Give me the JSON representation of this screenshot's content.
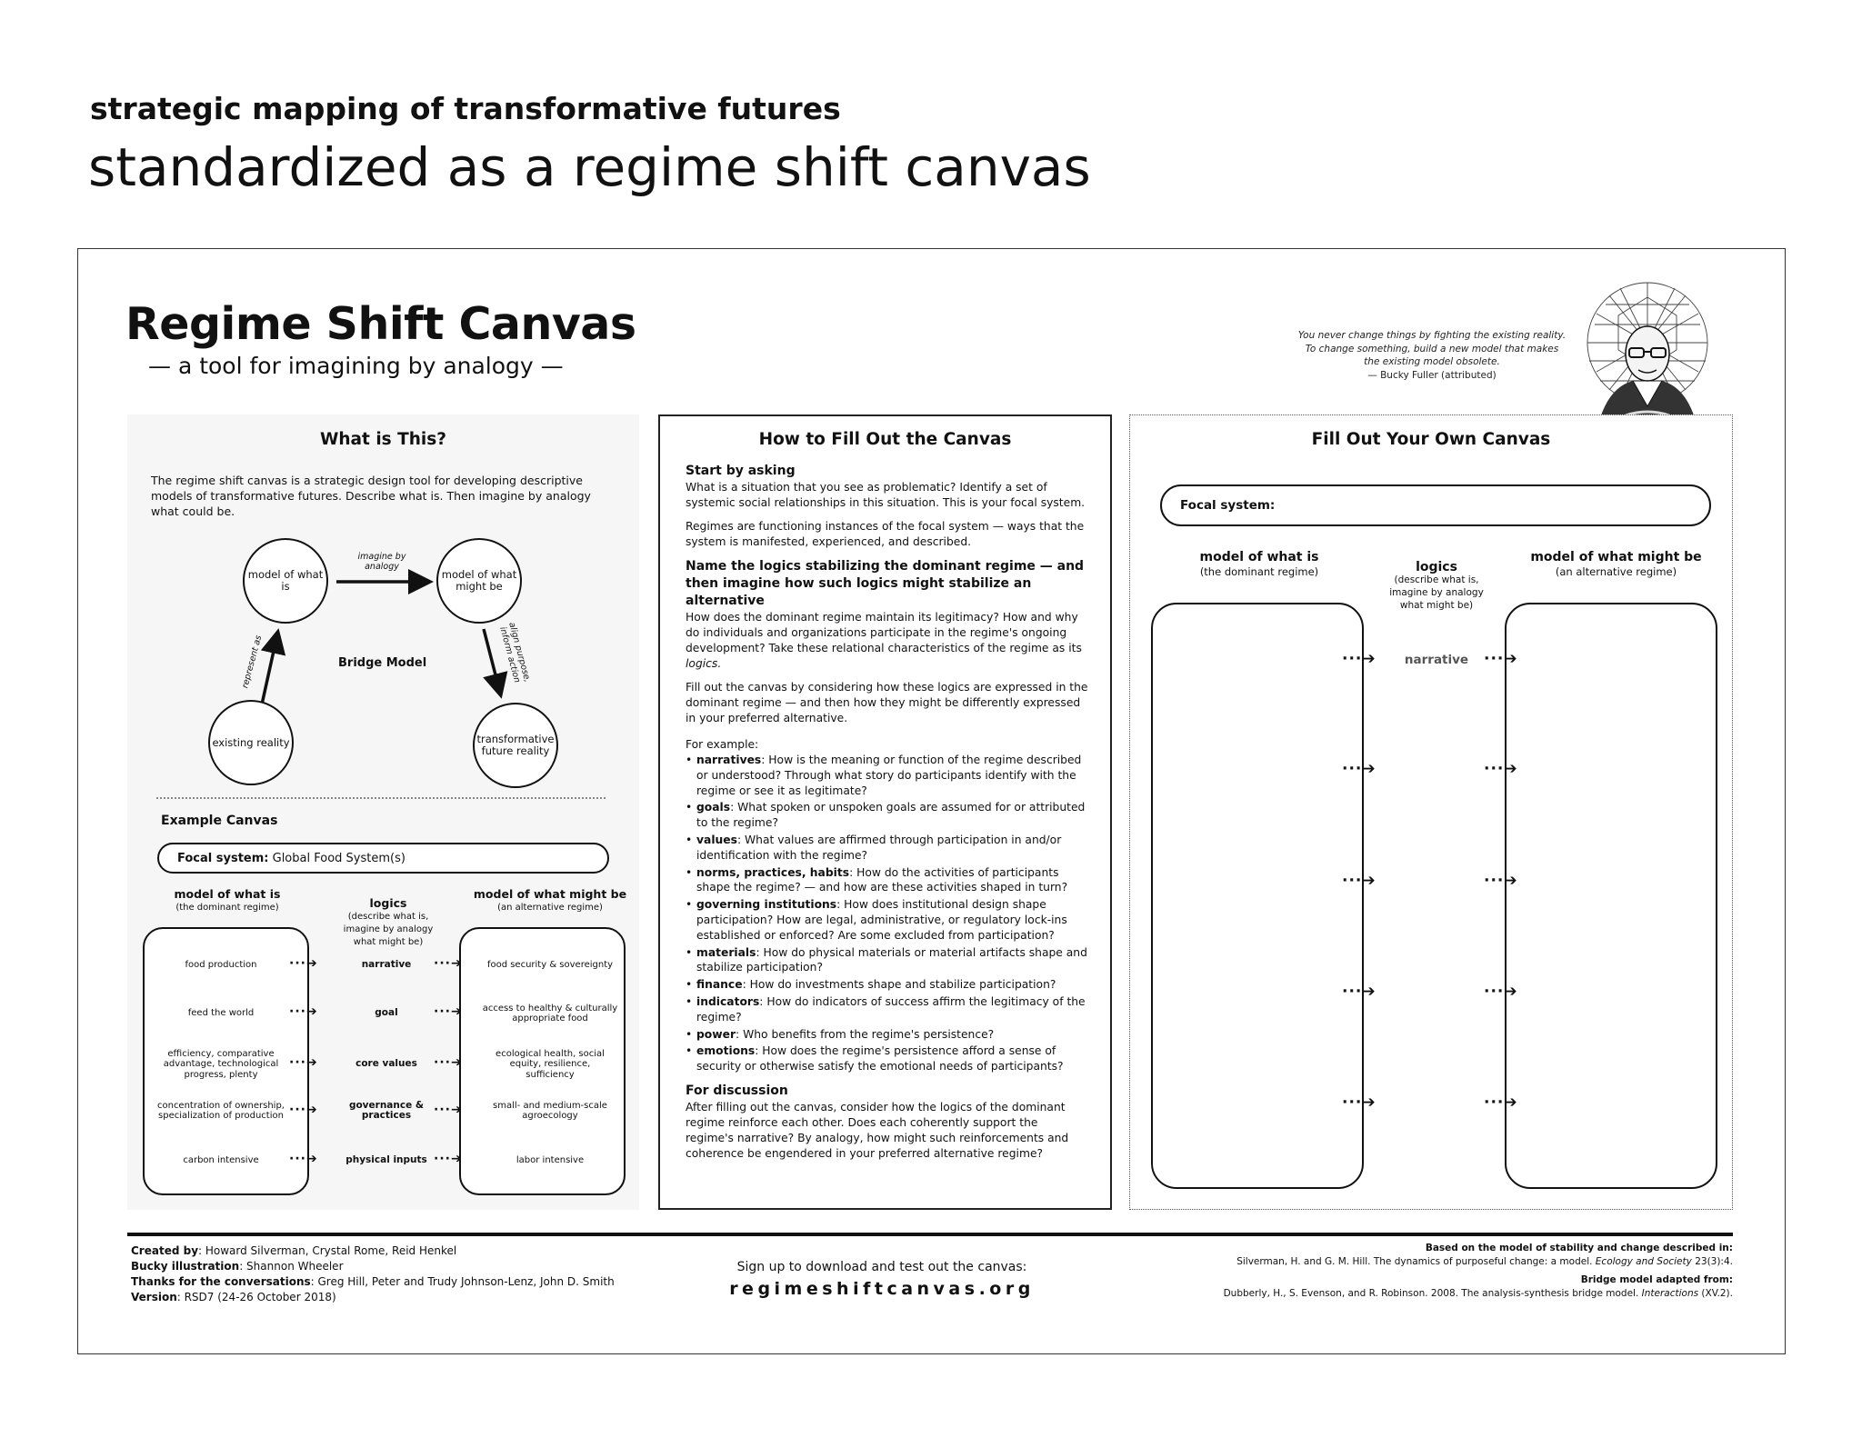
{
  "slide": {
    "subtitle": "strategic mapping of transformative futures",
    "title": "standardized as a regime shift canvas"
  },
  "canvas": {
    "title": "Regime Shift Canvas",
    "tagline": "— a tool for imagining by analogy —",
    "quote": {
      "line1": "You never change things by fighting the existing reality.",
      "line2": "To change something, build a new model that makes",
      "line3": "the existing model obsolete.",
      "attribution": "— Bucky Fuller (attributed)"
    },
    "what": {
      "heading": "What is This?",
      "body": "The regime shift canvas is a strategic design tool for developing descriptive models of transformative futures. Describe what is. Then imagine by analogy what could be.",
      "diagram": {
        "model_what_is": "model of what is",
        "model_might_be": "model of what might be",
        "existing": "existing reality",
        "future": "transformative future reality",
        "imagine": "imagine by analogy",
        "represent": "represent as",
        "align": "align purpose, inform action",
        "center": "Bridge Model"
      },
      "example_heading": "Example Canvas",
      "focal_label": "Focal system:",
      "focal_value": "Global Food System(s)",
      "col_left_title": "model of what is",
      "col_left_sub": "(the dominant regime)",
      "col_mid_title": "logics",
      "col_mid_sub": "(describe what is, imagine by analogy what might be)",
      "col_right_title": "model of what might be",
      "col_right_sub": "(an alternative regime)",
      "rows": [
        {
          "left": "food production",
          "logic": "narrative",
          "right": "food security & sovereignty"
        },
        {
          "left": "feed the world",
          "logic": "goal",
          "right": "access to healthy & culturally appropriate food"
        },
        {
          "left": "efficiency, comparative advantage, technological progress, plenty",
          "logic": "core values",
          "right": "ecological health, social equity, resilience, sufficiency"
        },
        {
          "left": "concentration of ownership, specialization of production",
          "logic": "governance & practices",
          "right": "small- and medium-scale agroecology"
        },
        {
          "left": "carbon intensive",
          "logic": "physical inputs",
          "right": "labor intensive"
        }
      ]
    },
    "how": {
      "heading": "How to Fill Out the Canvas",
      "start_heading": "Start by asking",
      "start_body": "What is a situation that you see as problematic? Identify a set of systemic social relationships in this situation. This is your focal system.",
      "regimes_body": "Regimes are functioning instances of the focal system — ways that the system is manifested, experienced, and described.",
      "name_heading": "Name the logics stabilizing the dominant regime — and then imagine how such logics might stabilize an alternative",
      "name_body": "How does the dominant regime maintain its legitimacy? How and why do individuals and organizations participate in the regime's ongoing development? Take these relational characteristics of the regime as its",
      "name_body_em": "logics.",
      "fill_body": "Fill out the canvas by considering how these logics are expressed in the dominant regime — and then how they might be differently expressed in your preferred alternative.",
      "example_intro": "For example:",
      "items": [
        {
          "term": "narratives",
          "text": ": How is the meaning or function of the regime described or understood? Through what story do participants identify with the regime or see it as legitimate?"
        },
        {
          "term": "goals",
          "text": ": What spoken or unspoken goals are assumed for or attributed to the regime?"
        },
        {
          "term": "values",
          "text": ": What values are affirmed through participation in and/or identification with the regime?"
        },
        {
          "term": "norms, practices, habits",
          "text": ": How do the activities of participants shape the regime? — and how are these activities shaped in turn?"
        },
        {
          "term": "governing institutions",
          "text": ": How does institutional design shape participation? How are legal, administrative, or regulatory lock-ins established or enforced? Are some excluded from participation?"
        },
        {
          "term": "materials",
          "text": ": How do physical materials or material artifacts shape and stabilize participation?"
        },
        {
          "term": "finance",
          "text": ": How do investments shape and stabilize participation?"
        },
        {
          "term": "indicators",
          "text": ": How do indicators of success affirm the legitimacy of the regime?"
        },
        {
          "term": "power",
          "text": ": Who benefits from the regime's persistence?"
        },
        {
          "term": "emotions",
          "text": ": How does the regime's persistence afford a sense of security or otherwise satisfy the emotional needs of participants?"
        }
      ],
      "discussion_heading": "For discussion",
      "discussion_body": "After filling out the canvas, consider how the logics of the dominant regime reinforce each other. Does each coherently support the regime's narrative? By analogy, how might such reinforcements and coherence be engendered in your preferred alternative regime?"
    },
    "own": {
      "heading": "Fill Out Your Own Canvas",
      "focal_label": "Focal system:",
      "col_left_title": "model of what is",
      "col_left_sub": "(the dominant regime)",
      "col_mid_title": "logics",
      "col_mid_sub": "(describe what is, imagine by analogy what might be)",
      "col_right_title": "model of what might be",
      "col_right_sub": "(an alternative regime)",
      "first_logic": "narrative"
    },
    "footer": {
      "created_label": "Created by",
      "created_value": ": Howard Silverman, Crystal Rome, Reid Henkel",
      "bucky_label": "Bucky illustration",
      "bucky_value": ": Shannon Wheeler",
      "thanks_label": "Thanks for the conversations",
      "thanks_value": ": Greg Hill, Peter and Trudy Johnson-Lenz, John D. Smith",
      "version_label": "Version",
      "version_value": ": RSD7 (24-26 October 2018)",
      "signup": "Sign up to download and test out the canvas:",
      "url": "regimeshiftcanvas.org",
      "based_label": "Based on the model of stability and change described in:",
      "based_ref": "Silverman, H. and G. M. Hill. The dynamics of purposeful change: a model.",
      "based_journal": "Ecology and Society",
      "based_vol": "23(3):4.",
      "bridge_label": "Bridge model adapted from:",
      "bridge_ref": "Dubberly, H., S. Evenson, and R. Robinson. 2008. The analysis-synthesis bridge model.",
      "bridge_journal": "Interactions",
      "bridge_vol": "(XV.2)."
    }
  }
}
